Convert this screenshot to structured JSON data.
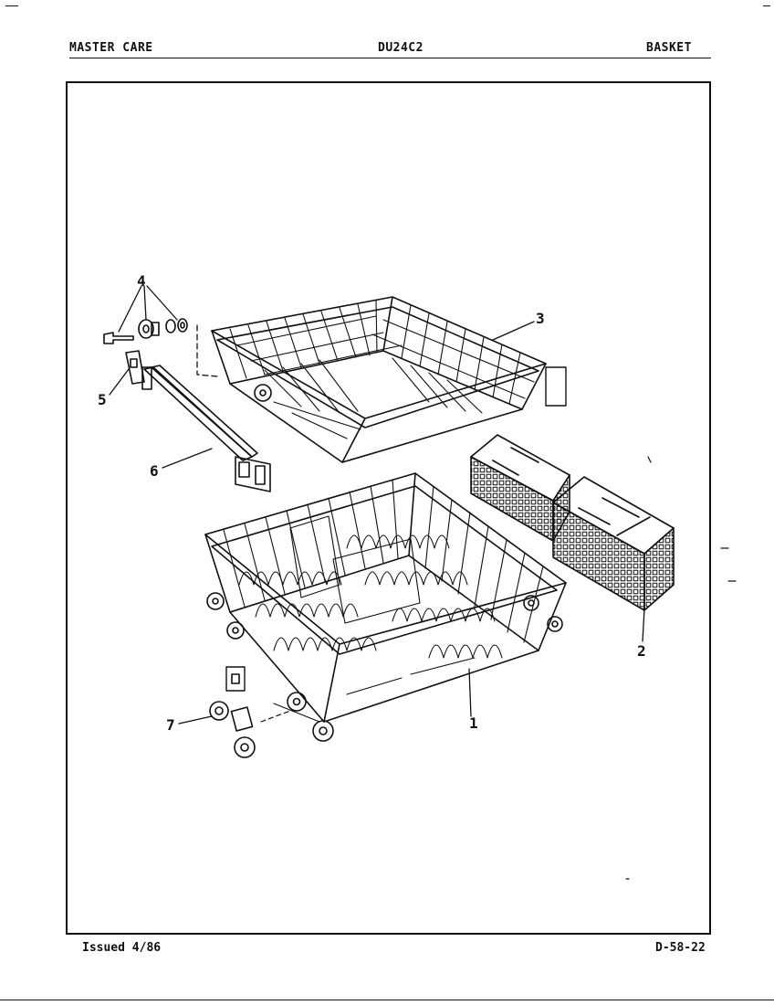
{
  "header": {
    "brand": "MASTER CARE",
    "model": "DU24C2",
    "section": "BASKET"
  },
  "footer": {
    "issued": "Issued 4/86",
    "page_code": "D-58-22"
  },
  "callouts": [
    {
      "id": "c1",
      "label": "1",
      "part": "lower-rack"
    },
    {
      "id": "c2",
      "label": "2",
      "part": "silverware-basket"
    },
    {
      "id": "c3",
      "label": "3",
      "part": "upper-rack"
    },
    {
      "id": "c4",
      "label": "4",
      "part": "upper-rack-roller-and-hardware"
    },
    {
      "id": "c5",
      "label": "5",
      "part": "track-stop"
    },
    {
      "id": "c6",
      "label": "6",
      "part": "upper-rack-track"
    },
    {
      "id": "c7",
      "label": "7",
      "part": "lower-rack-roller-and-bracket"
    }
  ]
}
